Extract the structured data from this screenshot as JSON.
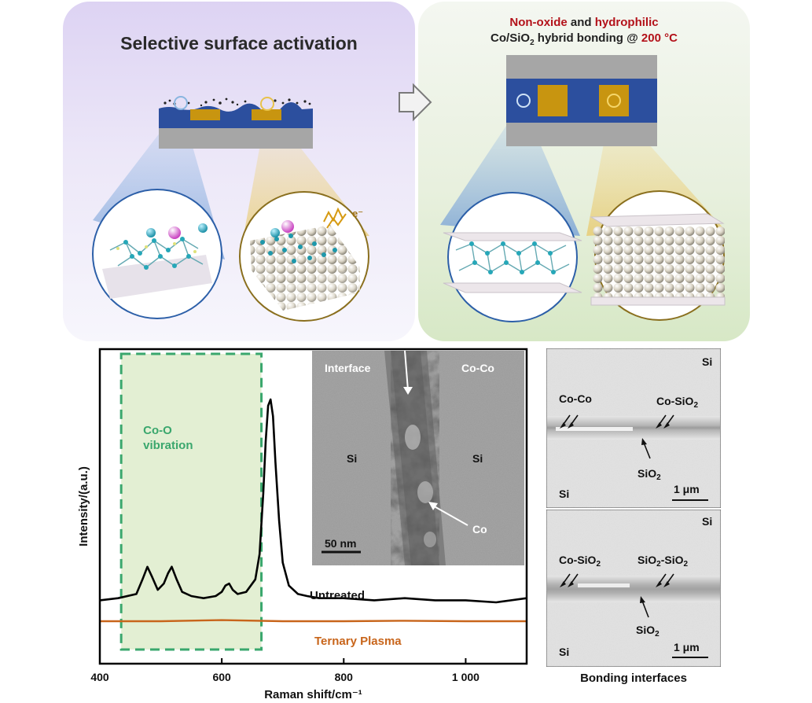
{
  "top": {
    "left_title": "Selective surface activation",
    "right_title_part1": "Non-oxide",
    "right_title_and": " and ",
    "right_title_part2": "hydrophilic",
    "right_title_line2_a": "Co/SiO",
    "right_title_line2_sub": "2",
    "right_title_line2_b": " hybrid bonding @ ",
    "right_title_temp": "200 °C",
    "electron_label": "e⁻"
  },
  "chart_data": {
    "type": "line",
    "xlabel": "Raman shift/cm⁻¹",
    "ylabel": "Intensity/(a.u.)",
    "xlim": [
      400,
      1100
    ],
    "xticks": [
      "400",
      "600",
      "800",
      "1 000"
    ],
    "xtick_values": [
      400,
      600,
      800,
      1000
    ],
    "highlight_region": {
      "label_line1": "Co-O",
      "label_line2": "vibration",
      "x_start": 435,
      "x_end": 665
    },
    "series": [
      {
        "name": "Untreated",
        "color": "#000000",
        "x": [
          400,
          430,
          460,
          470,
          478,
          486,
          495,
          505,
          512,
          518,
          526,
          535,
          550,
          570,
          590,
          600,
          606,
          612,
          618,
          626,
          640,
          655,
          662,
          668,
          672,
          676,
          680,
          684,
          688,
          694,
          700,
          710,
          725,
          740,
          760,
          800,
          850,
          900,
          950,
          1000,
          1050,
          1100
        ],
        "y": [
          0.04,
          0.05,
          0.07,
          0.14,
          0.2,
          0.15,
          0.09,
          0.12,
          0.17,
          0.2,
          0.14,
          0.08,
          0.06,
          0.05,
          0.06,
          0.08,
          0.11,
          0.12,
          0.09,
          0.07,
          0.08,
          0.14,
          0.26,
          0.55,
          0.8,
          0.97,
          1.0,
          0.92,
          0.7,
          0.42,
          0.22,
          0.11,
          0.07,
          0.06,
          0.05,
          0.05,
          0.04,
          0.05,
          0.04,
          0.04,
          0.03,
          0.05
        ]
      },
      {
        "name": "Ternary Plasma",
        "color": "#c8651b",
        "x": [
          400,
          500,
          600,
          700,
          800,
          900,
          1000,
          1100
        ],
        "y": [
          -0.06,
          -0.06,
          -0.055,
          -0.06,
          -0.06,
          -0.058,
          -0.06,
          -0.06
        ]
      }
    ]
  },
  "tem": {
    "interface": "Interface",
    "coco": "Co-Co",
    "si_left": "Si",
    "si_right": "Si",
    "co": "Co",
    "scale": "50 nm"
  },
  "sem_top": {
    "si_top": "Si",
    "si_bottom": "Si",
    "coco": "Co-Co",
    "co_sio2": "Co-SiO",
    "co_sio2_sub": "2",
    "sio2": "SiO",
    "sio2_sub": "2",
    "scale": "1 μm"
  },
  "sem_bottom": {
    "si_top": "Si",
    "si_bottom": "Si",
    "co_sio2": "Co-SiO",
    "co_sio2_sub": "2",
    "sio2sio2_a": "SiO",
    "sio2sio2_sub1": "2",
    "sio2sio2_b": "-SiO",
    "sio2sio2_sub2": "2",
    "sio2": "SiO",
    "sio2_sub": "2",
    "scale": "1 μm"
  },
  "caption": "Bonding interfaces",
  "colors": {
    "blue": "#2c4f9e",
    "gold": "#c89510",
    "gray": "#a6a6a6",
    "green": "#3aa76d",
    "orange": "#c8651b",
    "red": "#b3121a"
  }
}
